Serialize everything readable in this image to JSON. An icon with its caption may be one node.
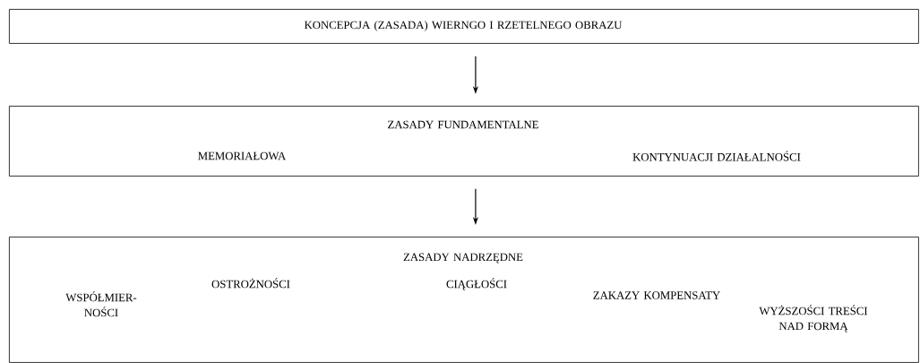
{
  "diagram": {
    "nodes": [
      {
        "text": [
          "KONCEPCJA (ZASADA) WIERNGO I RZETELNEGO OBRAZU"
        ]
      },
      {
        "text": [
          "ZASADY FUNDAMENTALNE",
          "MEMORIAŁOWA",
          "KONTYNUACJI DZIAŁALNOŚCI"
        ]
      },
      {
        "text": [
          "ZASADY NADRZĘDNE",
          "WSPÓŁMIER- NOŚCI",
          "OSTROŻNOŚCI",
          "CIĄGŁOŚCI",
          "ZAKAZY KOMPENSATY",
          "WYŻSZOŚCI TREŚCI NAD FORMĄ"
        ]
      }
    ],
    "edges": [
      {
        "from": 0,
        "to": 1,
        "arrow": "to"
      },
      {
        "from": 1,
        "to": 2,
        "arrow": "to"
      }
    ]
  }
}
